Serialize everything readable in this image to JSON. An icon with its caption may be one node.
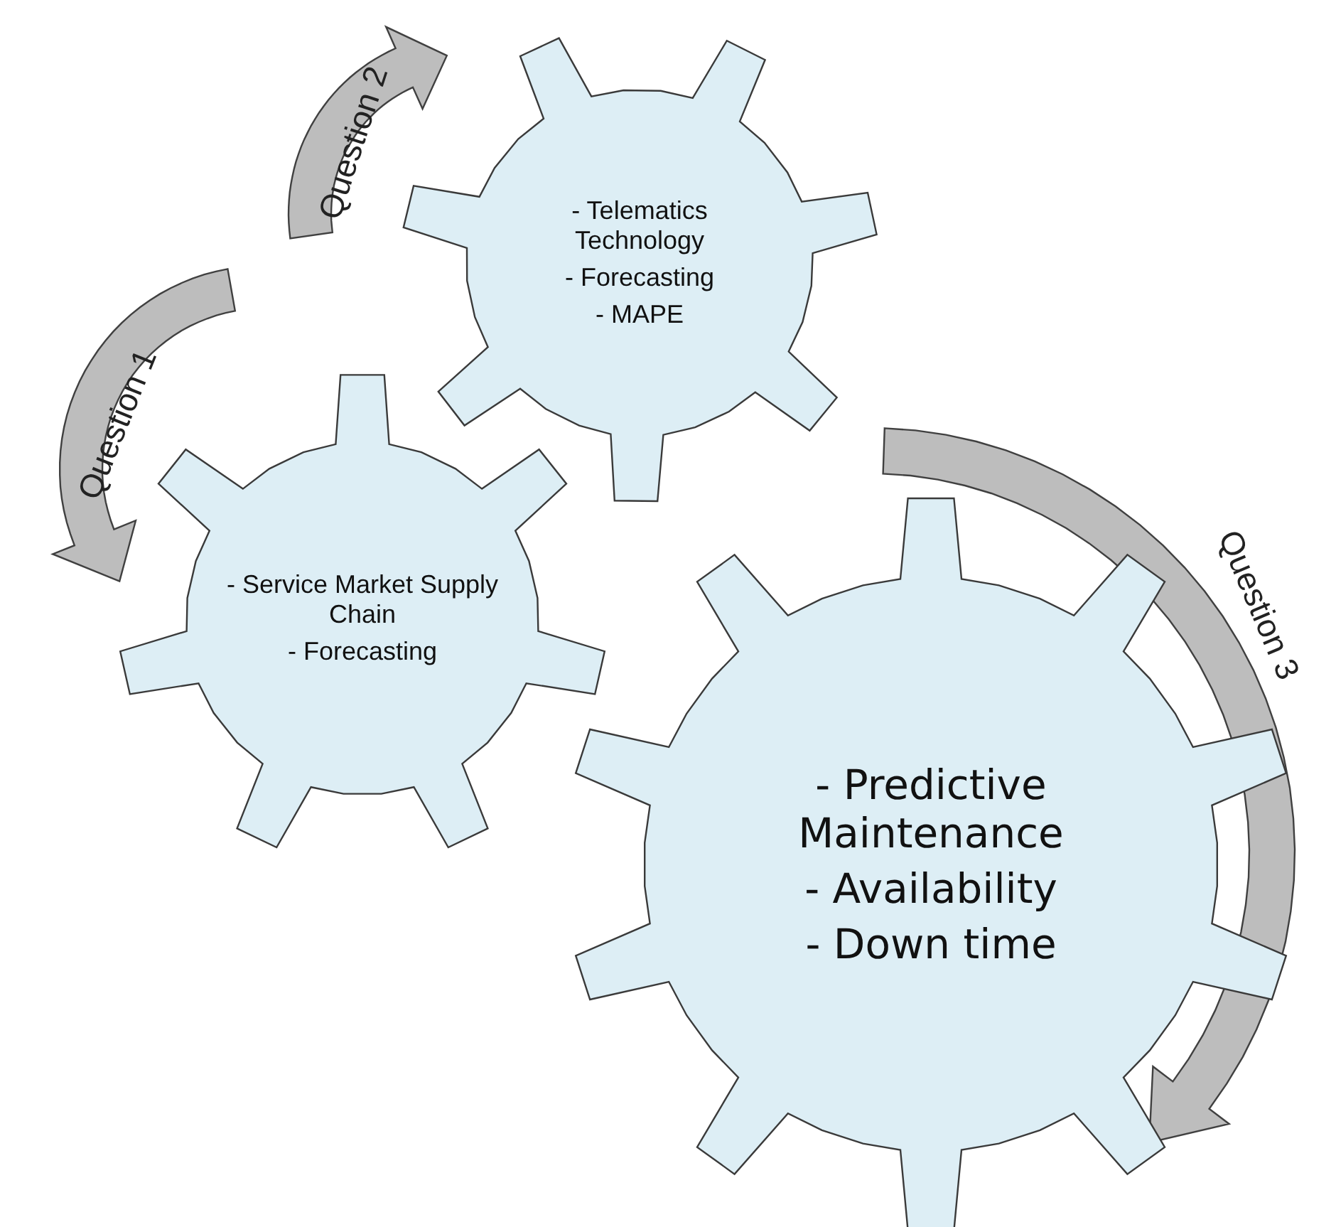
{
  "diagram": {
    "nodes": [
      {
        "text": [
          "- Telematics Technology",
          "- Forecasting",
          "- MAPE"
        ]
      },
      {
        "text": [
          "- Service Market Supply Chain",
          "- Forecasting"
        ]
      },
      {
        "text": [
          "- Predictive Maintenance",
          "- Availability",
          "- Down time"
        ]
      }
    ],
    "edges": [],
    "labels": [
      "Question 2",
      "Question 1",
      "Question 3"
    ]
  }
}
